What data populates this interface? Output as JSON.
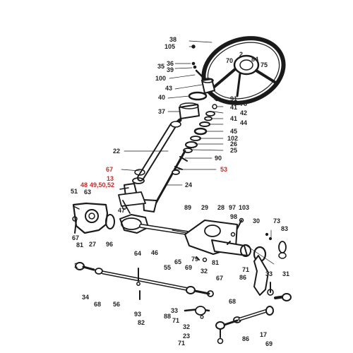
{
  "callouts": [
    {
      "key": "c38",
      "text": "38"
    },
    {
      "key": "c105",
      "text": "105"
    },
    {
      "key": "c2",
      "text": "2"
    },
    {
      "key": "c84",
      "text": "84"
    },
    {
      "key": "c70",
      "text": "70"
    },
    {
      "key": "c75",
      "text": "75"
    },
    {
      "key": "c36",
      "text": "36"
    },
    {
      "key": "c35",
      "text": "35"
    },
    {
      "key": "c39",
      "text": "39"
    },
    {
      "key": "c100",
      "text": "100"
    },
    {
      "key": "c43",
      "text": "43"
    },
    {
      "key": "c40",
      "text": "40"
    },
    {
      "key": "c91",
      "text": "91"
    },
    {
      "key": "c78",
      "text": "78"
    },
    {
      "key": "c41a",
      "text": "41"
    },
    {
      "key": "c37",
      "text": "37"
    },
    {
      "key": "c42",
      "text": "42"
    },
    {
      "key": "c41b",
      "text": "41"
    },
    {
      "key": "c44",
      "text": "44"
    },
    {
      "key": "c45",
      "text": "45"
    },
    {
      "key": "c102",
      "text": "102"
    },
    {
      "key": "c26",
      "text": "26"
    },
    {
      "key": "c22",
      "text": "22"
    },
    {
      "key": "c25",
      "text": "25"
    },
    {
      "key": "c90",
      "text": "90"
    },
    {
      "key": "c67a",
      "text": "67"
    },
    {
      "key": "c53",
      "text": "53"
    },
    {
      "key": "c13",
      "text": "13"
    },
    {
      "key": "c48",
      "text": "48"
    },
    {
      "key": "c4950",
      "text": "49,50,52"
    },
    {
      "key": "c24",
      "text": "24"
    },
    {
      "key": "c51",
      "text": "51"
    },
    {
      "key": "c63",
      "text": "63"
    },
    {
      "key": "c47",
      "text": "47"
    },
    {
      "key": "c89",
      "text": "89"
    },
    {
      "key": "c29",
      "text": "29"
    },
    {
      "key": "c28",
      "text": "28"
    },
    {
      "key": "c97",
      "text": "97"
    },
    {
      "key": "c103",
      "text": "103"
    },
    {
      "key": "c98",
      "text": "98"
    },
    {
      "key": "c30",
      "text": "30"
    },
    {
      "key": "c73",
      "text": "73"
    },
    {
      "key": "c83",
      "text": "83"
    },
    {
      "key": "c67b",
      "text": "67"
    },
    {
      "key": "c81a",
      "text": "81"
    },
    {
      "key": "c27",
      "text": "27"
    },
    {
      "key": "c96",
      "text": "96"
    },
    {
      "key": "c46",
      "text": "46"
    },
    {
      "key": "c79",
      "text": "79"
    },
    {
      "key": "c64",
      "text": "64"
    },
    {
      "key": "c65",
      "text": "65"
    },
    {
      "key": "c81b",
      "text": "81"
    },
    {
      "key": "c67c",
      "text": "67"
    },
    {
      "key": "c1",
      "text": "1"
    },
    {
      "key": "c55",
      "text": "55"
    },
    {
      "key": "c69a",
      "text": "69"
    },
    {
      "key": "c32a",
      "text": "32"
    },
    {
      "key": "c71a",
      "text": "71"
    },
    {
      "key": "c86a",
      "text": "86"
    },
    {
      "key": "c33a",
      "text": "33"
    },
    {
      "key": "c31",
      "text": "31"
    },
    {
      "key": "c34",
      "text": "34"
    },
    {
      "key": "c68a",
      "text": "68"
    },
    {
      "key": "c56",
      "text": "56"
    },
    {
      "key": "c33b",
      "text": "33"
    },
    {
      "key": "c88",
      "text": "88"
    },
    {
      "key": "c71b",
      "text": "71"
    },
    {
      "key": "c68b",
      "text": "68"
    },
    {
      "key": "c93",
      "text": "93"
    },
    {
      "key": "c82",
      "text": "82"
    },
    {
      "key": "c32b",
      "text": "32"
    },
    {
      "key": "c23",
      "text": "23"
    },
    {
      "key": "c86b",
      "text": "86"
    },
    {
      "key": "c17",
      "text": "17"
    },
    {
      "key": "c71c",
      "text": "71"
    },
    {
      "key": "c69b",
      "text": "69"
    }
  ]
}
